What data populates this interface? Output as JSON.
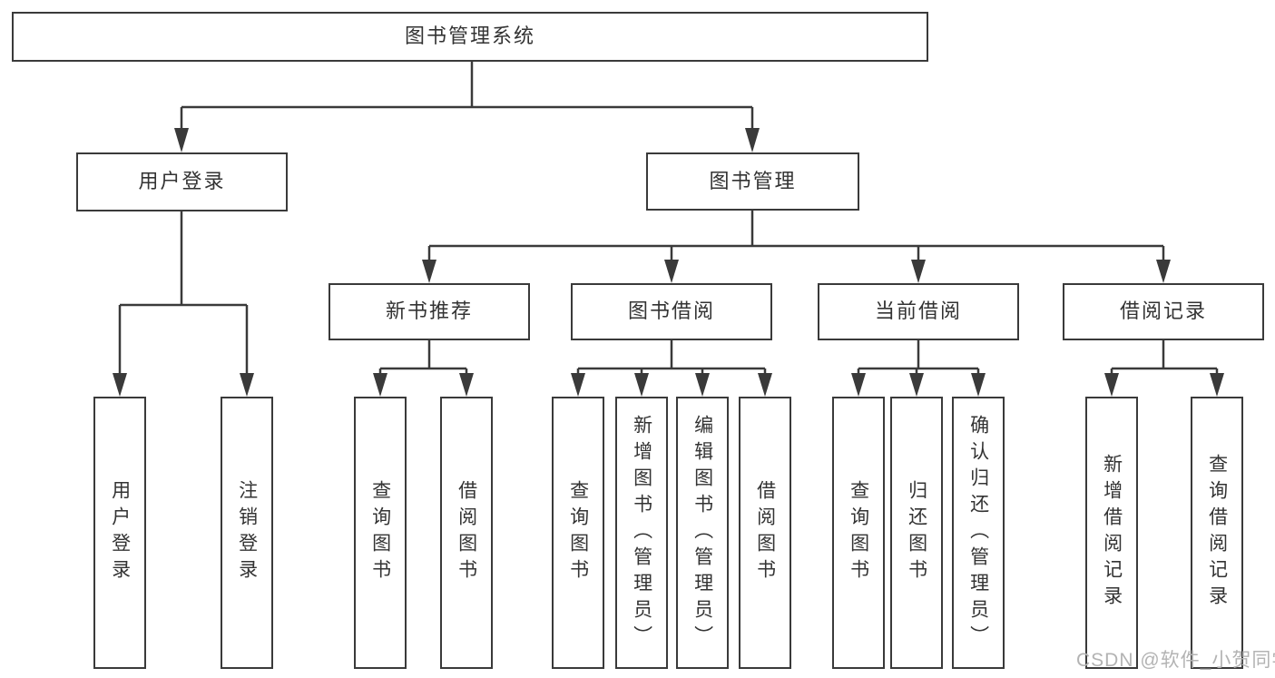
{
  "diagram": {
    "type": "feature-tree",
    "watermark": "CSDN @软件_小贺同学",
    "colors": {
      "line": "#3a3a3a",
      "box_border": "#3a3a3a",
      "box_background": "#ffffff",
      "text": "#333333",
      "watermark": "#b3b3b3",
      "background": "#ffffff"
    },
    "nodes": [
      {
        "id": "root",
        "label": "图书管理系统",
        "level": 1,
        "parent": null
      },
      {
        "id": "user-login",
        "label": "用户登录",
        "level": 2,
        "parent": "root"
      },
      {
        "id": "book-mgmt",
        "label": "图书管理",
        "level": 2,
        "parent": "root"
      },
      {
        "id": "new-book-rec",
        "label": "新书推荐",
        "level": 3,
        "parent": "book-mgmt"
      },
      {
        "id": "book-borrow",
        "label": "图书借阅",
        "level": 3,
        "parent": "book-mgmt"
      },
      {
        "id": "current-borrow",
        "label": "当前借阅",
        "level": 3,
        "parent": "book-mgmt"
      },
      {
        "id": "borrow-records",
        "label": "借阅记录",
        "level": 3,
        "parent": "book-mgmt"
      },
      {
        "id": "leaf-user-login",
        "label": "用户登录",
        "level": 4,
        "parent": "user-login"
      },
      {
        "id": "leaf-logout",
        "label": "注销登录",
        "level": 4,
        "parent": "user-login"
      },
      {
        "id": "leaf-query-books-1",
        "label": "查询图书",
        "level": 4,
        "parent": "new-book-rec"
      },
      {
        "id": "leaf-borrow-books-1",
        "label": "借阅图书",
        "level": 4,
        "parent": "new-book-rec"
      },
      {
        "id": "leaf-query-books-2",
        "label": "查询图书",
        "level": 4,
        "parent": "book-borrow"
      },
      {
        "id": "leaf-add-books",
        "label": "新增图书（管理员）",
        "level": 4,
        "parent": "book-borrow"
      },
      {
        "id": "leaf-edit-books",
        "label": "编辑图书（管理员）",
        "level": 4,
        "parent": "book-borrow"
      },
      {
        "id": "leaf-borrow-books-2",
        "label": "借阅图书",
        "level": 4,
        "parent": "book-borrow"
      },
      {
        "id": "leaf-query-books-3",
        "label": "查询图书",
        "level": 4,
        "parent": "current-borrow"
      },
      {
        "id": "leaf-return-books",
        "label": "归还图书",
        "level": 4,
        "parent": "current-borrow"
      },
      {
        "id": "leaf-confirm-return",
        "label": "确认归还（管理员）",
        "level": 4,
        "parent": "current-borrow"
      },
      {
        "id": "leaf-add-record",
        "label": "新增借阅记录",
        "level": 4,
        "parent": "borrow-records"
      },
      {
        "id": "leaf-query-record",
        "label": "查询借阅记录",
        "level": 4,
        "parent": "borrow-records"
      }
    ]
  }
}
